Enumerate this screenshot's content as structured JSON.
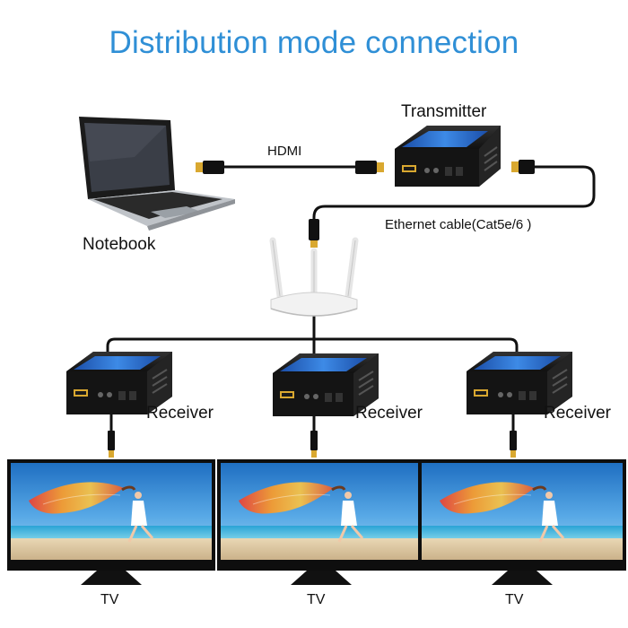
{
  "title": "Distribution mode connection",
  "labels": {
    "transmitter": "Transmitter",
    "hdmi": "HDMI",
    "notebook": "Notebook",
    "ethernet": "Ethernet cable(Cat5e/6 )",
    "receiver": "Receiver",
    "tv": "TV"
  },
  "colors": {
    "title": "#2f8fd6",
    "cable": "#111111",
    "device": "#1a1a1a",
    "device_stripe": "#2a6fd0",
    "connector_gold": "#d9a830"
  },
  "icons": [
    "notebook-icon",
    "transmitter-icon",
    "router-icon",
    "receiver-icon",
    "tv-icon",
    "hdmi-plug-icon"
  ]
}
